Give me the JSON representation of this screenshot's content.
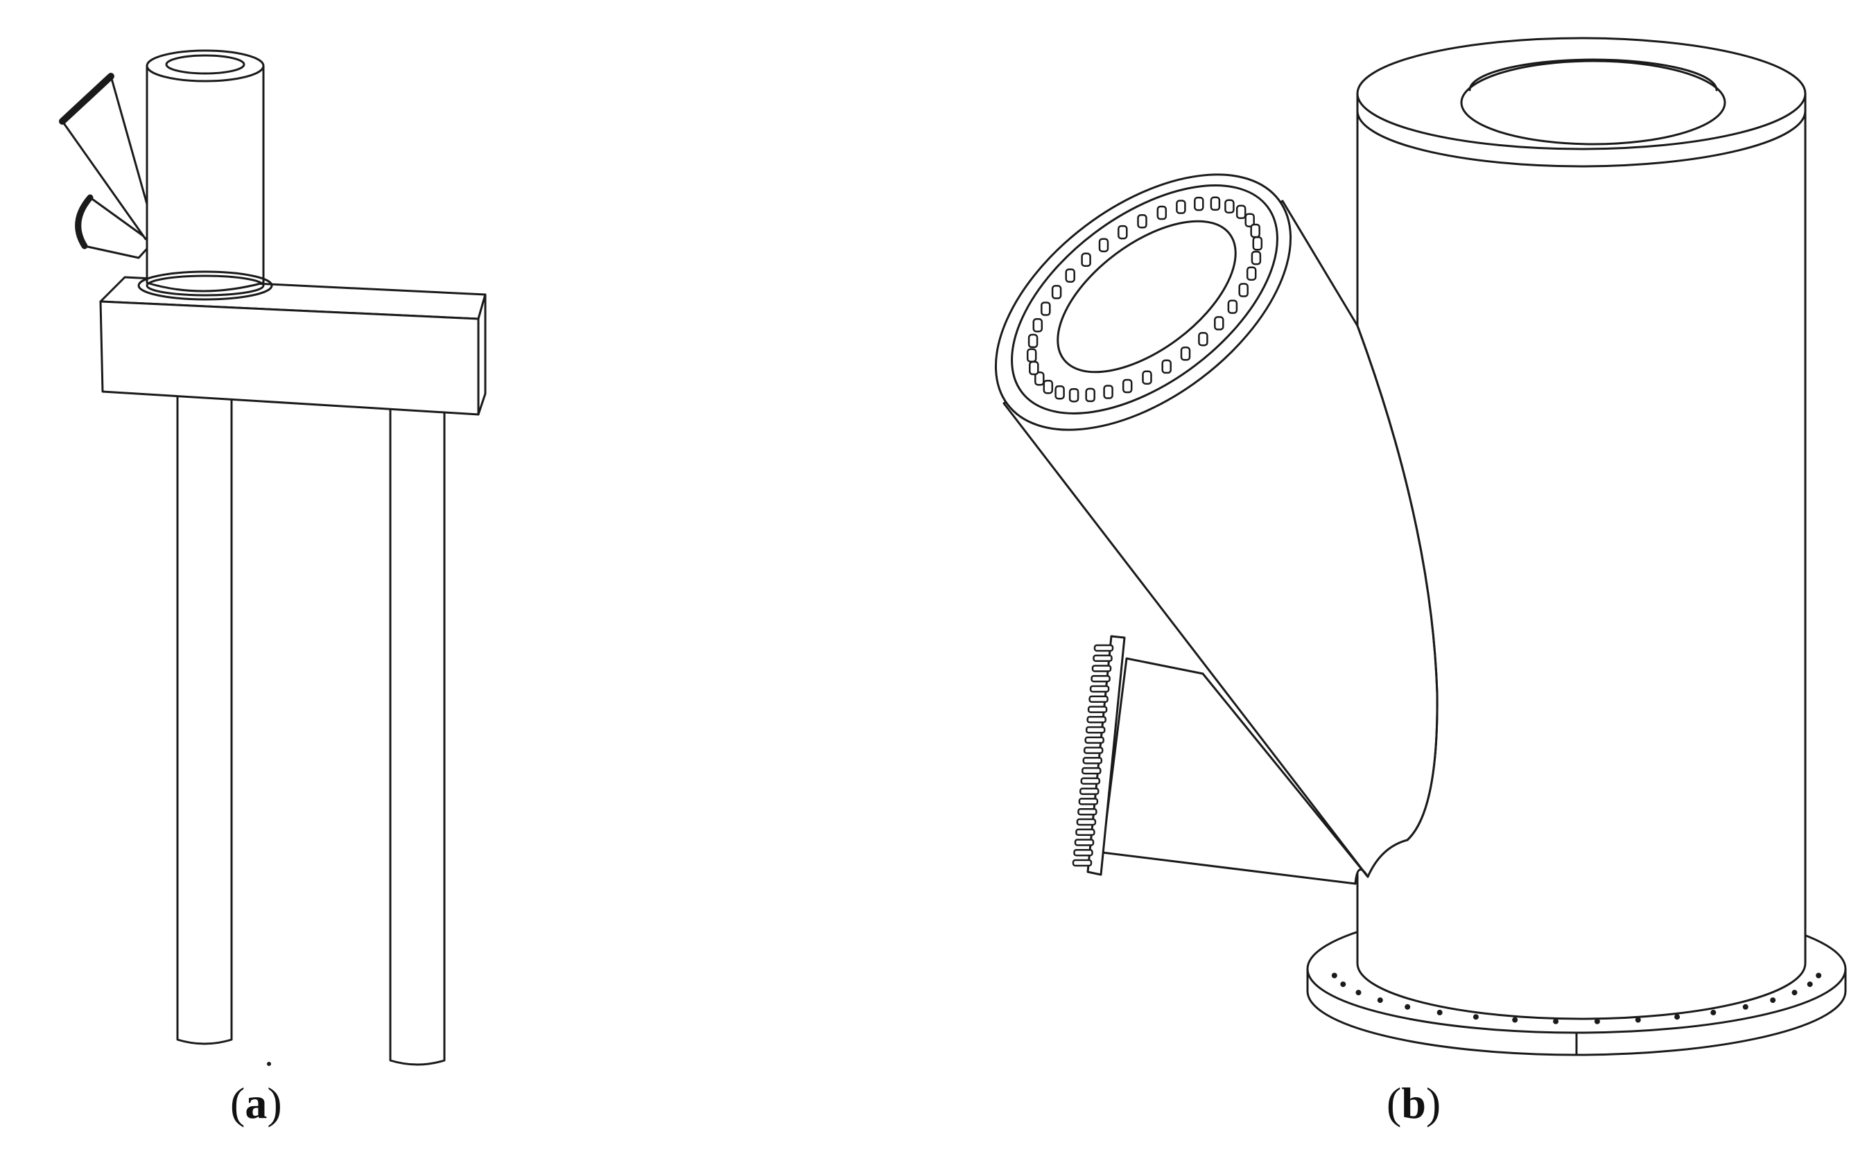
{
  "panels": [
    {
      "id": "a",
      "caption_open": "(",
      "caption_letter": "a",
      "caption_close": ")"
    },
    {
      "id": "b",
      "caption_open": "(",
      "caption_letter": "b",
      "caption_close": ")"
    }
  ],
  "colors": {
    "line": "#1a1a1a",
    "background": "#ffffff"
  }
}
